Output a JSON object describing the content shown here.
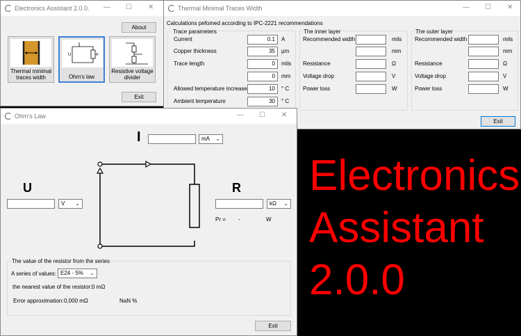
{
  "main_window": {
    "title": "Electronics Assistant 2.0.0.",
    "about": "About",
    "exit": "Exit",
    "tiles": [
      {
        "label": "Thermal minimal traces width",
        "icon": "trace-width-icon"
      },
      {
        "label": "Ohm's law",
        "icon": "ohms-law-circuit-icon",
        "selected": true
      },
      {
        "label": "Resistive voltage divider",
        "icon": "voltage-divider-icon"
      }
    ]
  },
  "thermal_window": {
    "title": "Thermal Minimal Traces Width",
    "note": "Calculations pefomed according to IPC-2221 recommendations",
    "trace": {
      "title": "Trace parameters",
      "rows": [
        {
          "label": "Current",
          "value": "0.1",
          "unit": "A"
        },
        {
          "label": "Copper thickness",
          "value": "35",
          "unit": "µm"
        },
        {
          "label": "Trace length",
          "value": "0",
          "unit": "mils"
        },
        {
          "label": "",
          "value": "0",
          "unit": "mm"
        },
        {
          "label": "Allowed temperature increase",
          "value": "10",
          "unit": "° C"
        },
        {
          "label": "Ambient temperature",
          "value": "30",
          "unit": "° C"
        }
      ]
    },
    "inner": {
      "title": "The inner layer",
      "rows": [
        {
          "label": "Recommended width",
          "value": "",
          "unit": "mils"
        },
        {
          "label": "",
          "value": "",
          "unit": "mm"
        },
        {
          "label": "Resistance",
          "value": "",
          "unit": "Ω"
        },
        {
          "label": "Voltage drop",
          "value": "",
          "unit": "V"
        },
        {
          "label": "Power loss",
          "value": "",
          "unit": "W"
        }
      ]
    },
    "outer": {
      "title": "The outer layer",
      "rows": [
        {
          "label": "Recommended width",
          "value": "",
          "unit": "mils"
        },
        {
          "label": "",
          "value": "",
          "unit": "mm"
        },
        {
          "label": "Resistance",
          "value": "",
          "unit": "Ω"
        },
        {
          "label": "Voltage drop",
          "value": "",
          "unit": "V"
        },
        {
          "label": "Power loss",
          "value": "",
          "unit": "W"
        }
      ]
    },
    "exit": "Exit"
  },
  "ohm_window": {
    "title": "Ohm's Law",
    "I": {
      "label": "I",
      "value": "",
      "unit": "mA"
    },
    "U": {
      "label": "U",
      "value": "",
      "unit": "V"
    },
    "R": {
      "label": "R",
      "value": "",
      "unit": "kΩ"
    },
    "power": {
      "label": "Pr =",
      "value": "-",
      "unit": "W"
    },
    "series": {
      "title": "The value of the resistor from the series",
      "series_label": "A series of values:",
      "series_value": "E24 - 5%",
      "nearest_label": "the nearest value of the resistor:",
      "nearest_value": "0 mΩ",
      "error_label": "Error approximation:",
      "error_value": "0,000 mΩ",
      "error_percent": "NaN %"
    },
    "exit": "Exit"
  },
  "banner": {
    "lines": [
      "Electronics",
      "Assistant",
      "2.0.0"
    ],
    "color": "#ff0000"
  }
}
